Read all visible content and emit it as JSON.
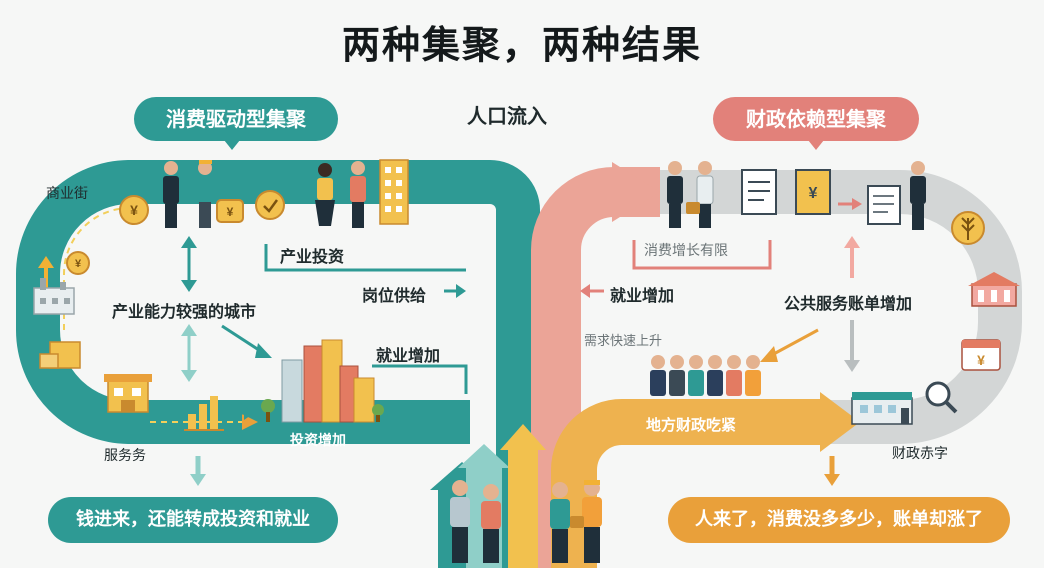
{
  "title": "两种集聚，两种结果",
  "center_label": "人口流入",
  "left": {
    "header": "消费驱动型集聚",
    "labels": {
      "shopping_street": "商业街",
      "services": "服务务",
      "industry_investment": "产业投资",
      "job_supply": "岗位供给",
      "city_capacity": "产业能力较强的城市",
      "employment_up": "就业增加",
      "investment_up": "投资增加"
    },
    "conclusion": "钱进来，还能转成投资和就业"
  },
  "right": {
    "header": "财政依赖型集聚",
    "labels": {
      "limited_consumption": "消费增长有限",
      "employment_up": "就业增加",
      "public_bills": "公共服务账单增加",
      "demand_rise": "需求快速上升",
      "fiscal_strain": "地方财政吃紧",
      "deficit": "财政赤字"
    },
    "conclusion": "人来了，消费没多多少，账单却涨了"
  },
  "colors": {
    "teal": "#2e9a94",
    "coral": "#e2817a",
    "orange": "#e9a03a",
    "gray_road": "#d3d6d6",
    "background": "#f6f7f6"
  },
  "icons": [
    "yuan-coin-icon",
    "wallet-icon",
    "checkmark-coin-icon",
    "upload-arrow-icon",
    "factory-icon",
    "boxes-icon",
    "shop-icon",
    "bar-chart-icon",
    "city-skyline-icon",
    "document-icon",
    "yuan-document-icon",
    "invoice-icon",
    "wheat-coin-icon",
    "town-hall-icon",
    "yuan-price-tag-icon",
    "magnifier-icon",
    "government-building-icon",
    "person-icon",
    "briefcase-icon"
  ]
}
